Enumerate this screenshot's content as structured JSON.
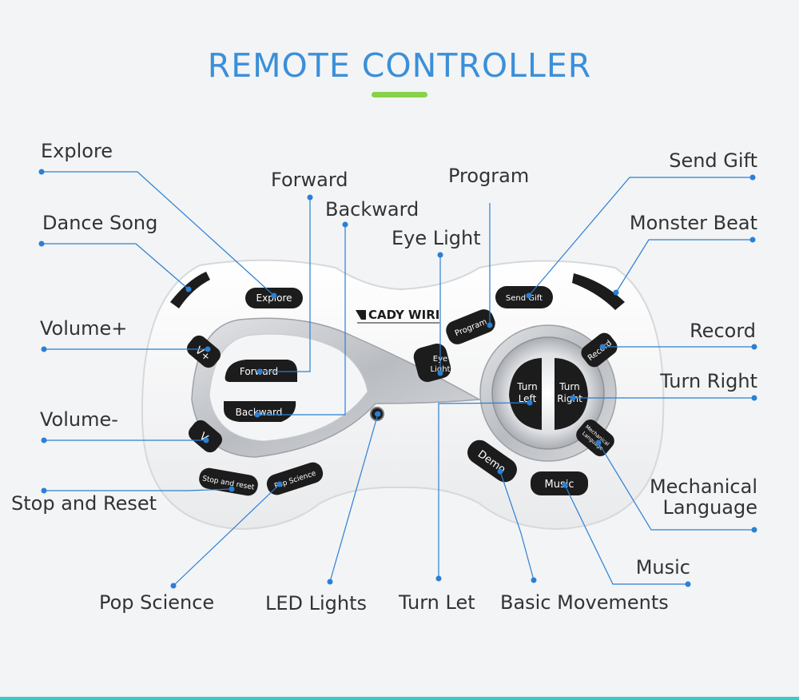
{
  "title": "REMOTE CONTROLLER",
  "brand": "CADY WIRI",
  "colors": {
    "title": "#3b8fd9",
    "accent_bar": "#86d24a",
    "leader": "#2b7fd4",
    "label": "#333333",
    "button": "#1c1c1c",
    "bottom_line": "#3fc7c4"
  },
  "buttons": {
    "explore": "Explore",
    "forward": "Forward",
    "backward": "Backward",
    "vplus": "V+",
    "vminus": "V-",
    "stop_reset": "Stop and reset",
    "pop_science": "Pop Science",
    "send_gift": "Send Gift",
    "program": "Program",
    "eye_light_1": "Eye",
    "eye_light_2": "Light",
    "record": "Record",
    "turn_left_1": "Turn",
    "turn_left_2": "Left",
    "turn_right_1": "Turn",
    "turn_right_2": "Right",
    "mech_1": "Mechanical",
    "mech_2": "Language",
    "demo": "Demo",
    "music": "Music"
  },
  "labels": {
    "explore": "Explore",
    "dance_song": "Dance Song",
    "volume_plus": "Volume+",
    "volume_minus": "Volume-",
    "stop_reset": "Stop and Reset",
    "pop_science": "Pop Science",
    "led_lights": "LED Lights",
    "turn_let": "Turn Let",
    "basic_movements": "Basic Movements",
    "music": "Music",
    "mechanical_1": "Mechanical",
    "mechanical_2": "Language",
    "turn_right": "Turn Right",
    "record": "Record",
    "monster_beat": "Monster Beat",
    "send_gift": "Send Gift",
    "program": "Program",
    "eye_light": "Eye Light",
    "backward": "Backward",
    "forward": "Forward"
  }
}
